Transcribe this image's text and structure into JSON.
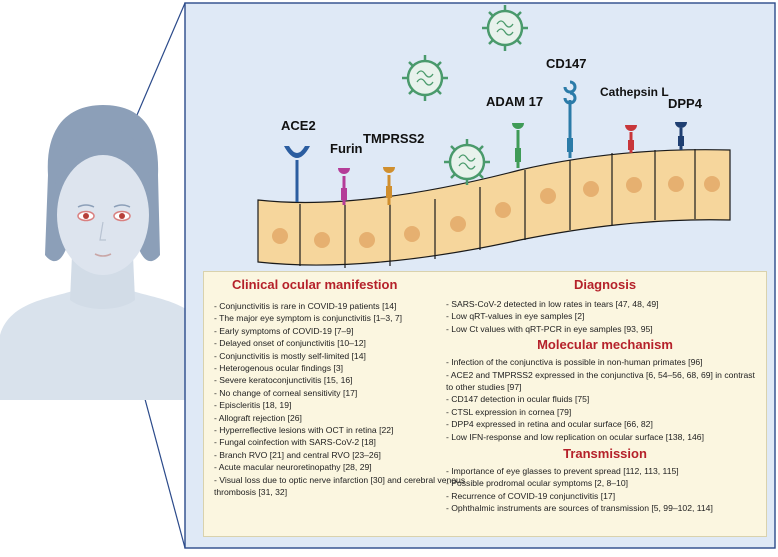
{
  "membrane_proteins": {
    "ace2": "ACE2",
    "furin": "Furin",
    "tmprss2": "TMPRSS2",
    "adam17": "ADAM 17",
    "cd147": "CD147",
    "cathepsin_l": "Cathepsin L",
    "dpp4": "DPP4"
  },
  "colors": {
    "panel_bg": "#dfe9f6",
    "cell_fill": "#f6d69c",
    "nucleus": "#e6b070",
    "virus": "#4a9a6c",
    "ace2": "#2b5da0",
    "furin": "#b43c98",
    "tmprss2": "#d08f2e",
    "adam17": "#3f9b57",
    "cd147": "#2b7ba8",
    "cathepsin_l": "#c8363a",
    "dpp4": "#1f3f72",
    "heading": "#b5212a",
    "info_bg": "#fbf6e0"
  },
  "clinical": {
    "title": "Clinical ocular manifestion",
    "items": [
      "Conjunctivitis is rare in COVID-19 patients [14]",
      "The major eye symptom is conjunctivitis [1–3, 7]",
      "Early symptoms of COVID-19 [7–9]",
      "Delayed onset of conjunctivitis [10–12]",
      "Conjunctivitis is mostly self-limited [14]",
      "Heterogenous ocular findings [3]",
      "Severe keratoconjunctivitis [15, 16]",
      "No change of corneal sensitivity [17]",
      "Episcleritis [18, 19]",
      "Allograft rejection [26]",
      "Hyperreflective lesions with OCT in retina [22]",
      "Fungal coinfection with SARS-CoV-2 [18]",
      "Branch RVO [21] and central RVO [23–26]",
      "Acute macular neuroretinopathy [28, 29]",
      "Visual loss due to optic nerve infarction [30] and cerebral venous thrombosis [31, 32]"
    ]
  },
  "diagnosis": {
    "title": "Diagnosis",
    "items": [
      "SARS-CoV-2 detected in low rates in tears [47, 48, 49]",
      "Low qRT-values in eye samples [2]",
      "Low Ct values with qRT-PCR in eye samples  [93, 95]"
    ]
  },
  "molecular": {
    "title": "Molecular mechanism",
    "items": [
      "Infection of the conjunctiva is possible in non-human primates [96]",
      "ACE2 and TMPRSS2 expressed in the conjunctiva [6, 54–56, 68, 69] in contrast to other studies [97]",
      "CD147 detection in ocular fluids [75]",
      "CTSL expression in cornea [79]",
      "DPP4 expressed in retina and ocular surface [66, 82]",
      "Low IFN-response and low replication on ocular surface [138, 146]"
    ]
  },
  "transmission": {
    "title": "Transmission",
    "items": [
      "Importance of eye glasses to prevent spread  [112, 113, 115]",
      "Possible prodromal ocular symptoms [2, 8–10]",
      "Recurrence of COVID-19 conjunctivitis [17]",
      "Ophthalmic instruments are sources of transmission [5, 99–102, 114]"
    ]
  }
}
